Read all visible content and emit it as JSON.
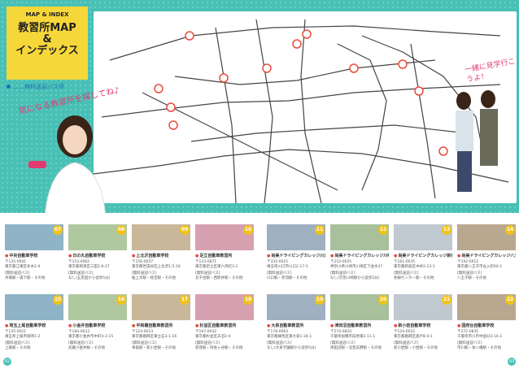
{
  "header": {
    "subtitle": "MAP & INDEX",
    "title_line1": "教習所MAP",
    "title_line2": "&",
    "title_line3": "インデックス"
  },
  "legend": {
    "label": "……無料送迎バス停"
  },
  "notes": {
    "left": "気になる教習所を探してね♪",
    "right": "一緒に見学行こうよ！"
  },
  "pages": {
    "left": "02",
    "right": "03"
  },
  "cards": [
    {
      "no": "07",
      "name": "中央自動車学校",
      "zip": "〒135-0041",
      "addr": "東京都江東区冬木2-4",
      "bus_label": "[無料送迎バス]",
      "bus": "木場駅・森下駅・その他"
    },
    {
      "no": "08",
      "name": "日の丸自動車学校",
      "zip": "〒153-0062",
      "addr": "東京都目黒区三田1-6-27",
      "bus_label": "[無料送迎バス]",
      "bus": "なし(五反田から徒歩5分)"
    },
    {
      "no": "09",
      "name": "上北沢自動車学校",
      "zip": "〒156-0057",
      "addr": "東京都世田谷区上北沢1-5-16",
      "bus_label": "[無料送迎バス]",
      "bus": "桜上水駅・経堂駅・その他"
    },
    {
      "no": "10",
      "name": "足立自動車教習所",
      "zip": "〒123-0871",
      "addr": "東京都足立区東六月町3-1",
      "bus_label": "[無料送迎バス]",
      "bus": "北千住駅・西新井駅・その他"
    },
    {
      "no": "11",
      "name": "尚美ドライビングカレッジ川口",
      "zip": "〒332-0015",
      "addr": "埼玉県川口市川口2-17-5",
      "bus_label": "[無料送迎バス]",
      "bus": "川口駅・赤羽駅・その他"
    },
    {
      "no": "12",
      "name": "尚美ドライビングカレッジ川崎",
      "zip": "〒210-0025",
      "addr": "神奈川県川崎市川崎区下並木37",
      "bus_label": "[無料送迎バス]",
      "bus": "なし(京急川崎駅から徒歩2分)"
    },
    {
      "no": "13",
      "name": "尚美ドライビングカレッジ新宿",
      "zip": "〒161-0035",
      "addr": "東京都新宿区中井2-13-1",
      "bus_label": "[無料送迎バス]",
      "bus": "各線センター駅・その他"
    },
    {
      "no": "14",
      "name": "尚美ドライビングカレッジ八王子",
      "zip": "〒192-0012",
      "addr": "東京都八王子市左入町60-1",
      "bus_label": "[無料送迎バス]",
      "bus": "八王子駅・その他"
    },
    {
      "no": "15",
      "name": "埼玉上尾自動車学校",
      "zip": "〒135-0021",
      "addr": "埼玉県上尾市堤崎1-2",
      "bus_label": "[無料送迎バス]",
      "bus": "上尾駅・その他"
    },
    {
      "no": "16",
      "name": "小金井自動車学校",
      "zip": "〒184-0012",
      "addr": "東京都小金井市中町4-3-15",
      "bus_label": "[無料送迎バス]",
      "bus": "武蔵小金井駅・その他"
    },
    {
      "no": "17",
      "name": "平和橋自動車教習所",
      "zip": "〒124-0013",
      "addr": "東京都葛飾区東立石3-1-16",
      "bus_label": "[無料送迎バス]",
      "bus": "青砥駅・新小岩駅・その他"
    },
    {
      "no": "18",
      "name": "杉並区自動車教習所",
      "zip": "〒167-0032",
      "addr": "東京都杉並区天沼2-4",
      "bus_label": "[無料送迎バス]",
      "bus": "荻窪駅・阿佐ヶ谷駅・その他"
    },
    {
      "no": "19",
      "name": "大泉自動車教習所",
      "zip": "〒178-0063",
      "addr": "東京都練馬区東大泉1-34-1",
      "bus_label": "[無料送迎バス]",
      "bus": "なし(大泉学園駅から徒歩5分)"
    },
    {
      "no": "20",
      "name": "津田沼自動車教習所",
      "zip": "〒274-0824",
      "addr": "千葉県船橋市前原東2-11-1",
      "bus_label": "[無料送迎バス]",
      "bus": "津田沼駅・北習志野駅・その他"
    },
    {
      "no": "21",
      "name": "新小岩自動車学校",
      "zip": "〒124-0022",
      "addr": "東京都葛飾区奥戸8-4-1",
      "bus_label": "[無料送迎バス]",
      "bus": "新小岩駅・小岩駅・その他"
    },
    {
      "no": "22",
      "name": "国府台自動車学校",
      "zip": "〒272-0835",
      "addr": "千葉県市川市中国分3-16-1",
      "bus_label": "[無料送迎バス]",
      "bus": "市川駅・本八幡駅・その他"
    }
  ],
  "colors": {
    "teal": "#48c0b6",
    "yellow": "#f6d73a",
    "red": "#e74c3c",
    "orange": "#f1c21b"
  }
}
